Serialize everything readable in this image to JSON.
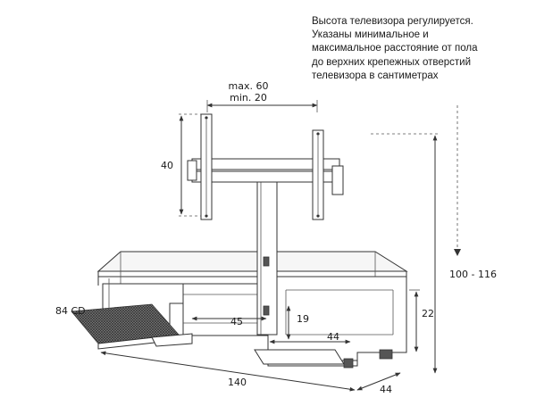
{
  "note_lines": [
    "Высота телевизора регулируется.",
    "Указаны минимальное и",
    "максимальное  расстояние от пола",
    "до верхних крепежных отверстий",
    "телевизора в сантиметрах"
  ],
  "labels": {
    "max": "max. 60",
    "min": "min. 20",
    "bracket_height": "40",
    "floor_height": "100 - 116",
    "cd": "84 CD",
    "inner_width": "45",
    "inner_height": "19",
    "shelf_width": "44",
    "body_height": "22",
    "total_width": "140",
    "depth": "44"
  }
}
